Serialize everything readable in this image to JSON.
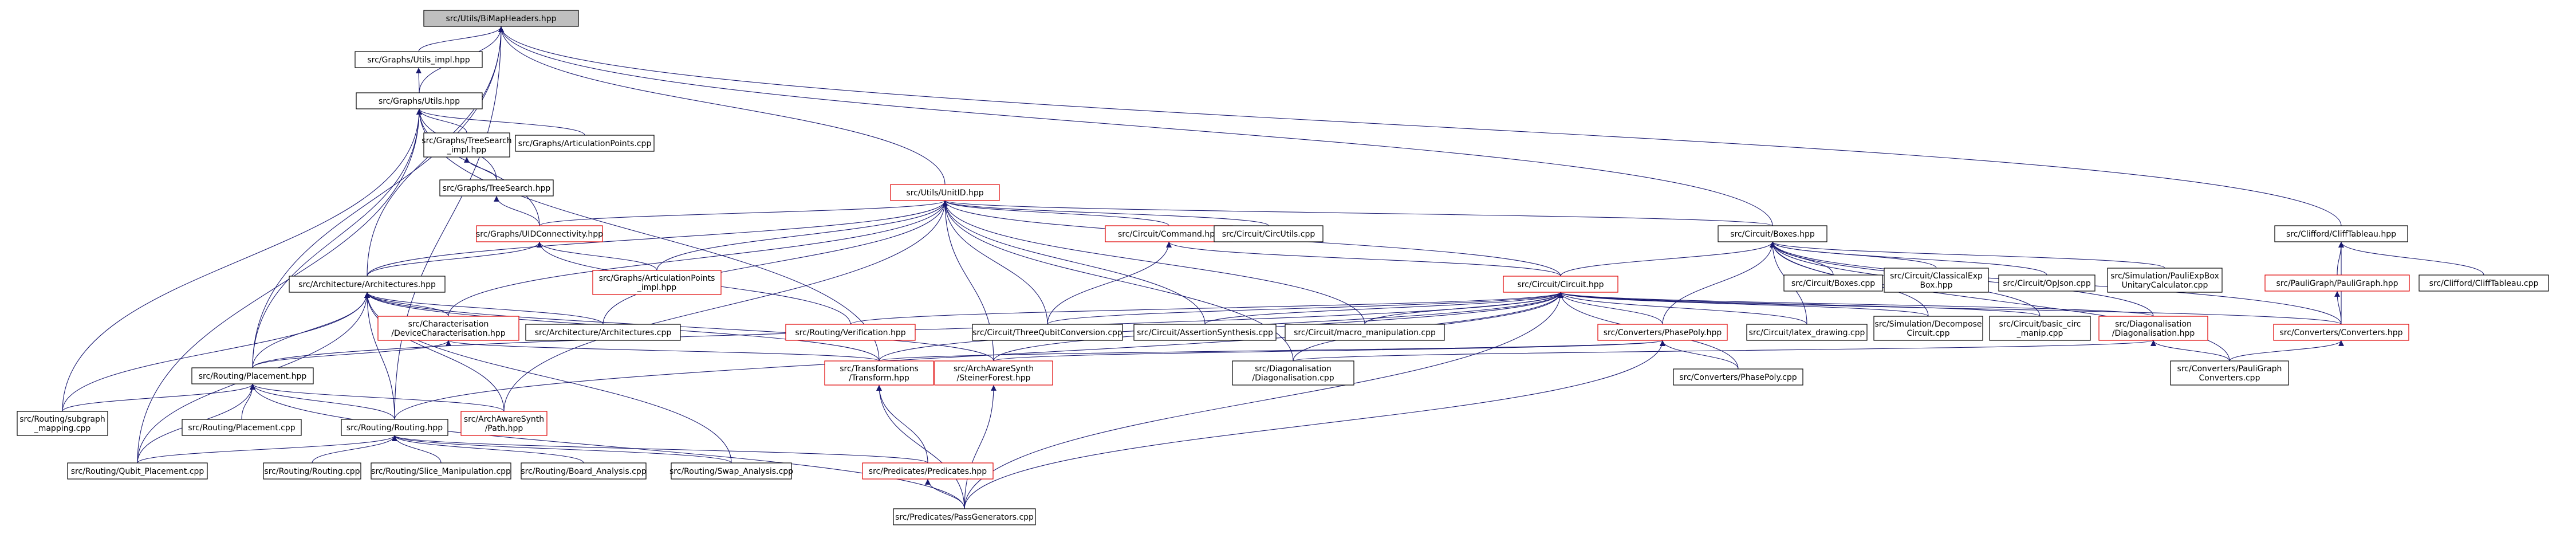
{
  "diagram": {
    "colors": {
      "edge": "#191970",
      "node_border": "#000000",
      "node_border_incomplete": "#e00000",
      "root_fill": "#bfbfbf",
      "background": "#ffffff"
    },
    "nodes": [
      {
        "id": "root",
        "lines": [
          "src/Utils/BiMapHeaders.hpp"
        ],
        "root": true
      },
      {
        "id": "gu_impl",
        "lines": [
          "src/Graphs/Utils_impl.hpp"
        ]
      },
      {
        "id": "gu",
        "lines": [
          "src/Graphs/Utils.hpp"
        ]
      },
      {
        "id": "ts_impl",
        "lines": [
          "src/Graphs/TreeSearch",
          "_impl.hpp"
        ]
      },
      {
        "id": "ap",
        "lines": [
          "src/Graphs/ArticulationPoints.cpp"
        ]
      },
      {
        "id": "ts",
        "lines": [
          "src/Graphs/TreeSearch.hpp"
        ]
      },
      {
        "id": "unitid",
        "lines": [
          "src/Utils/UnitID.hpp"
        ],
        "red": true
      },
      {
        "id": "uidc",
        "lines": [
          "src/Graphs/UIDConnectivity.hpp"
        ],
        "red": true
      },
      {
        "id": "command",
        "lines": [
          "src/Circuit/Command.hpp"
        ],
        "red": true
      },
      {
        "id": "circutils",
        "lines": [
          "src/Circuit/CircUtils.cpp"
        ]
      },
      {
        "id": "boxes",
        "lines": [
          "src/Circuit/Boxes.hpp"
        ]
      },
      {
        "id": "cliff",
        "lines": [
          "src/Clifford/CliffTableau.hpp"
        ]
      },
      {
        "id": "ap_impl",
        "lines": [
          "src/Graphs/ArticulationPoints",
          "_impl.hpp"
        ],
        "red": true
      },
      {
        "id": "arch",
        "lines": [
          "src/Architecture/Architectures.hpp"
        ]
      },
      {
        "id": "circuit",
        "lines": [
          "src/Circuit/Circuit.hpp"
        ],
        "red": true
      },
      {
        "id": "boxescpp",
        "lines": [
          "src/Circuit/Boxes.cpp"
        ]
      },
      {
        "id": "classexp",
        "lines": [
          "src/Circuit/ClassicalExp",
          "Box.hpp"
        ]
      },
      {
        "id": "opjson",
        "lines": [
          "src/Circuit/OpJson.cpp"
        ]
      },
      {
        "id": "pauliexp",
        "lines": [
          "src/Simulation/PauliExpBox",
          "UnitaryCalculator.cpp"
        ]
      },
      {
        "id": "pgraph",
        "lines": [
          "src/PauliGraph/PauliGraph.hpp"
        ],
        "red": true
      },
      {
        "id": "clifftabcpp",
        "lines": [
          "src/Clifford/CliffTableau.cpp"
        ]
      },
      {
        "id": "verif",
        "lines": [
          "src/Routing/Verification.hpp"
        ],
        "red": true
      },
      {
        "id": "threeq",
        "lines": [
          "src/Circuit/ThreeQubitConversion.cpp"
        ]
      },
      {
        "id": "assertsyn",
        "lines": [
          "src/Circuit/AssertionSynthesis.cpp"
        ]
      },
      {
        "id": "macro",
        "lines": [
          "src/Circuit/macro_manipulation.cpp"
        ]
      },
      {
        "id": "charact",
        "lines": [
          "src/Characterisation",
          "/DeviceCharacterisation.hpp"
        ],
        "red": true
      },
      {
        "id": "archcpp",
        "lines": [
          "src/Architecture/Architectures.cpp"
        ]
      },
      {
        "id": "phasepoly",
        "lines": [
          "src/Converters/PhasePoly.hpp"
        ],
        "red": true
      },
      {
        "id": "latex",
        "lines": [
          "src/Circuit/latex_drawing.cpp"
        ]
      },
      {
        "id": "simdecomp",
        "lines": [
          "src/Simulation/Decompose",
          "Circuit.cpp"
        ]
      },
      {
        "id": "basiccirc",
        "lines": [
          "src/Circuit/basic_circ",
          "_manip.cpp"
        ]
      },
      {
        "id": "diag",
        "lines": [
          "src/Diagonalisation",
          "/Diagonalisation.hpp"
        ],
        "red": true
      },
      {
        "id": "converters",
        "lines": [
          "src/Converters/Converters.hpp"
        ],
        "red": true
      },
      {
        "id": "placement",
        "lines": [
          "src/Routing/Placement.hpp"
        ]
      },
      {
        "id": "transform",
        "lines": [
          "src/Transformations",
          "/Transform.hpp"
        ],
        "red": true
      },
      {
        "id": "steiner",
        "lines": [
          "src/ArchAwareSynth",
          "/SteinerForest.hpp"
        ],
        "red": true
      },
      {
        "id": "diagcpp",
        "lines": [
          "src/Diagonalisation",
          "/Diagonalisation.cpp"
        ]
      },
      {
        "id": "phasepolycpp",
        "lines": [
          "src/Converters/PhasePoly.cpp"
        ]
      },
      {
        "id": "paulig2c",
        "lines": [
          "src/Converters/PauliGraph",
          "Converters.cpp"
        ]
      },
      {
        "id": "subgraph",
        "lines": [
          "src/Routing/subgraph",
          "_mapping.cpp"
        ]
      },
      {
        "id": "placementcpp",
        "lines": [
          "src/Routing/Placement.cpp"
        ]
      },
      {
        "id": "routing",
        "lines": [
          "src/Routing/Routing.hpp"
        ]
      },
      {
        "id": "aapath",
        "lines": [
          "src/ArchAwareSynth",
          "/Path.hpp"
        ],
        "red": true
      },
      {
        "id": "qplace",
        "lines": [
          "src/Routing/Qubit_Placement.cpp"
        ]
      },
      {
        "id": "routingcpp",
        "lines": [
          "src/Routing/Routing.cpp"
        ]
      },
      {
        "id": "slice",
        "lines": [
          "src/Routing/Slice_Manipulation.cpp"
        ]
      },
      {
        "id": "board",
        "lines": [
          "src/Routing/Board_Analysis.cpp"
        ]
      },
      {
        "id": "swap",
        "lines": [
          "src/Routing/Swap_Analysis.cpp"
        ]
      },
      {
        "id": "predicates",
        "lines": [
          "src/Predicates/Predicates.hpp"
        ],
        "red": true
      },
      {
        "id": "passgen",
        "lines": [
          "src/Predicates/PassGenerators.cpp"
        ]
      }
    ],
    "edges": [
      [
        "gu_impl",
        "root"
      ],
      [
        "gu",
        "root"
      ],
      [
        "unitid",
        "root"
      ],
      [
        "boxes",
        "root"
      ],
      [
        "cliff",
        "root"
      ],
      [
        "arch",
        "root"
      ],
      [
        "placement",
        "root"
      ],
      [
        "routing",
        "root"
      ],
      [
        "gu",
        "gu_impl"
      ],
      [
        "ts_impl",
        "gu"
      ],
      [
        "ap",
        "gu"
      ],
      [
        "ts",
        "gu"
      ],
      [
        "uidc",
        "gu"
      ],
      [
        "placement",
        "gu"
      ],
      [
        "transform",
        "gu"
      ],
      [
        "subgraph",
        "gu"
      ],
      [
        "qplace",
        "gu"
      ],
      [
        "ts",
        "ts_impl"
      ],
      [
        "uidc",
        "ts"
      ],
      [
        "uidc",
        "unitid"
      ],
      [
        "command",
        "unitid"
      ],
      [
        "circutils",
        "unitid"
      ],
      [
        "boxes",
        "unitid"
      ],
      [
        "ap_impl",
        "unitid"
      ],
      [
        "arch",
        "unitid"
      ],
      [
        "circuit",
        "unitid"
      ],
      [
        "charact",
        "unitid"
      ],
      [
        "archcpp",
        "unitid"
      ],
      [
        "threeq",
        "unitid"
      ],
      [
        "assertsyn",
        "unitid"
      ],
      [
        "macro",
        "unitid"
      ],
      [
        "steiner",
        "unitid"
      ],
      [
        "diagcpp",
        "unitid"
      ],
      [
        "aapath",
        "unitid"
      ],
      [
        "arch",
        "uidc"
      ],
      [
        "ap_impl",
        "uidc"
      ],
      [
        "verif",
        "uidc"
      ],
      [
        "circuit",
        "command"
      ],
      [
        "threeq",
        "command"
      ],
      [
        "circuit",
        "boxes"
      ],
      [
        "boxescpp",
        "boxes"
      ],
      [
        "classexp",
        "boxes"
      ],
      [
        "opjson",
        "boxes"
      ],
      [
        "pauliexp",
        "boxes"
      ],
      [
        "phasepoly",
        "boxes"
      ],
      [
        "latex",
        "boxes"
      ],
      [
        "simdecomp",
        "boxes"
      ],
      [
        "basiccirc",
        "boxes"
      ],
      [
        "diag",
        "boxes"
      ],
      [
        "converters",
        "boxes"
      ],
      [
        "paulig2c",
        "boxes"
      ],
      [
        "pgraph",
        "cliff"
      ],
      [
        "clifftabcpp",
        "cliff"
      ],
      [
        "converters",
        "cliff"
      ],
      [
        "converters",
        "pgraph"
      ],
      [
        "archcpp",
        "arch"
      ],
      [
        "charact",
        "arch"
      ],
      [
        "placement",
        "arch"
      ],
      [
        "routing",
        "arch"
      ],
      [
        "transform",
        "arch"
      ],
      [
        "steiner",
        "arch"
      ],
      [
        "aapath",
        "arch"
      ],
      [
        "subgraph",
        "arch"
      ],
      [
        "swap",
        "arch"
      ],
      [
        "qplace",
        "arch"
      ],
      [
        "verif",
        "circuit"
      ],
      [
        "threeq",
        "circuit"
      ],
      [
        "assertsyn",
        "circuit"
      ],
      [
        "macro",
        "circuit"
      ],
      [
        "phasepoly",
        "circuit"
      ],
      [
        "latex",
        "circuit"
      ],
      [
        "simdecomp",
        "circuit"
      ],
      [
        "basiccirc",
        "circuit"
      ],
      [
        "diag",
        "circuit"
      ],
      [
        "converters",
        "circuit"
      ],
      [
        "placement",
        "circuit"
      ],
      [
        "transform",
        "circuit"
      ],
      [
        "steiner",
        "circuit"
      ],
      [
        "diagcpp",
        "circuit"
      ],
      [
        "phasepolycpp",
        "circuit"
      ],
      [
        "routing",
        "circuit"
      ],
      [
        "passgen",
        "circuit"
      ],
      [
        "placement",
        "charact"
      ],
      [
        "transform",
        "charact"
      ],
      [
        "transform",
        "phasepoly"
      ],
      [
        "steiner",
        "phasepoly"
      ],
      [
        "phasepolycpp",
        "phasepoly"
      ],
      [
        "passgen",
        "phasepoly"
      ],
      [
        "diagcpp",
        "diag"
      ],
      [
        "paulig2c",
        "diag"
      ],
      [
        "paulig2c",
        "converters"
      ],
      [
        "subgraph",
        "placement"
      ],
      [
        "placementcpp",
        "placement"
      ],
      [
        "routing",
        "placement"
      ],
      [
        "aapath",
        "placement"
      ],
      [
        "qplace",
        "placement"
      ],
      [
        "passgen",
        "placement"
      ],
      [
        "predicates",
        "transform"
      ],
      [
        "passgen",
        "transform"
      ],
      [
        "passgen",
        "steiner"
      ],
      [
        "qplace",
        "routing"
      ],
      [
        "routingcpp",
        "routing"
      ],
      [
        "slice",
        "routing"
      ],
      [
        "board",
        "routing"
      ],
      [
        "swap",
        "routing"
      ],
      [
        "predicates",
        "routing"
      ],
      [
        "passgen",
        "predicates"
      ]
    ]
  }
}
